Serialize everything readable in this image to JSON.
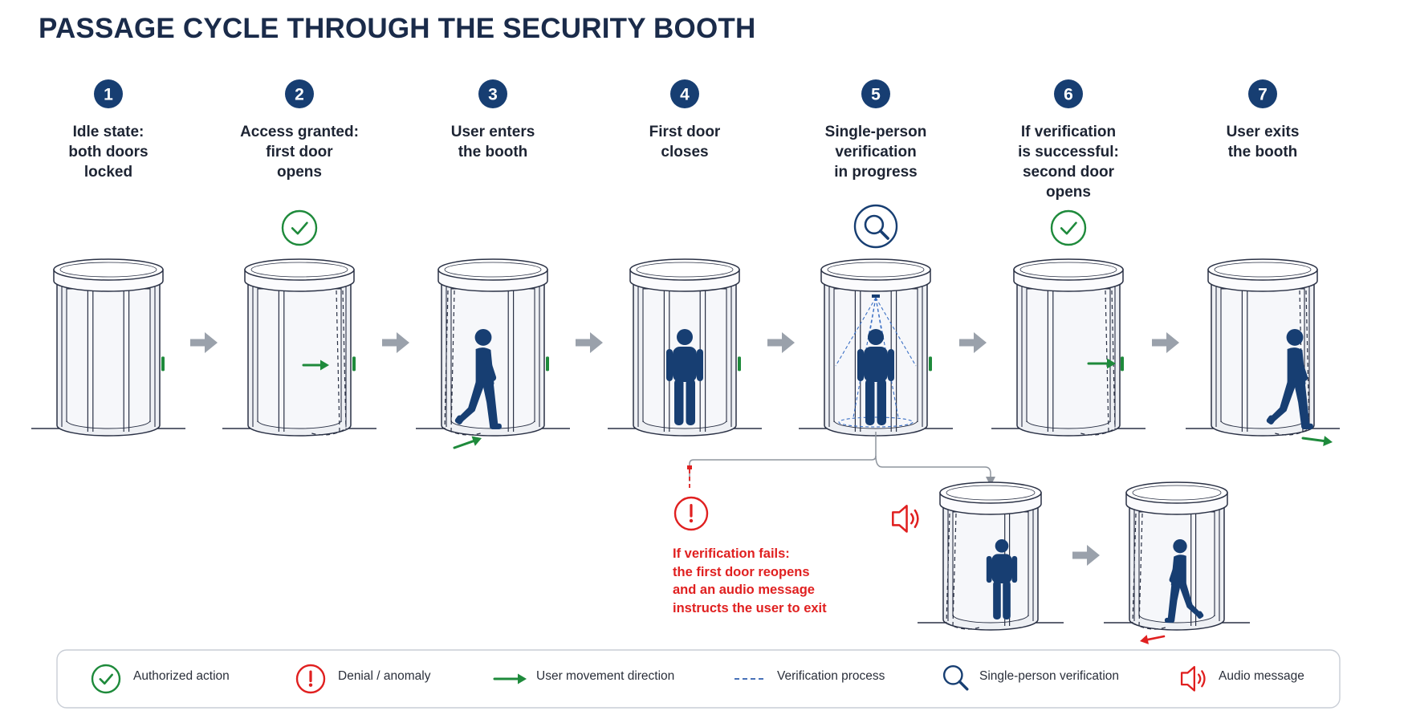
{
  "title": "PASSAGE CYCLE THROUGH THE SECURITY BOOTH",
  "colors": {
    "navy": "#173e72",
    "green": "#1e8a3b",
    "red": "#e02020",
    "arrow_gray": "#9aa1ab",
    "outline": "#2a3145",
    "glass": "#eef0f4"
  },
  "steps": [
    {
      "number": "1",
      "lines": [
        "Idle state:",
        "both doors",
        "locked"
      ],
      "status_icon": "",
      "person": "none",
      "movement": "none"
    },
    {
      "number": "2",
      "lines": [
        "Access granted:",
        "first door",
        "opens"
      ],
      "status_icon": "check-circle-icon",
      "person": "none",
      "movement": "into-booth"
    },
    {
      "number": "3",
      "lines": [
        "User enters",
        "the booth"
      ],
      "status_icon": "",
      "person": "walking",
      "movement": "into-booth"
    },
    {
      "number": "4",
      "lines": [
        "First door",
        "closes"
      ],
      "status_icon": "",
      "person": "standing",
      "movement": "none"
    },
    {
      "number": "5",
      "lines": [
        "Single-person",
        "verification",
        "in progress"
      ],
      "status_icon": "magnifier-icon",
      "person": "standing-scanned",
      "movement": "none"
    },
    {
      "number": "6",
      "lines": [
        "If verification",
        "is successful:",
        "second door",
        "opens"
      ],
      "status_icon": "check-circle-icon",
      "person": "none",
      "movement": "toward-exit"
    },
    {
      "number": "7",
      "lines": [
        "User exits",
        "the booth"
      ],
      "status_icon": "",
      "person": "walking",
      "movement": "out-of-booth"
    }
  ],
  "failure_branch": {
    "status_icon": "exclamation-circle-icon",
    "lines": [
      "If verification fails:",
      "the first door reopens",
      "and an audio message",
      "instructs the user to exit"
    ],
    "audio_icon": "speaker-sound-icon",
    "booths": [
      {
        "person": "standing",
        "door": "first-door-reopened"
      },
      {
        "person": "walking-back",
        "movement": "back-out"
      }
    ]
  },
  "legend": [
    {
      "icon": "check-circle-icon",
      "label": "Authorized action"
    },
    {
      "icon": "exclamation-circle-icon",
      "label": "Denial / anomaly"
    },
    {
      "icon": "green-arrow-icon",
      "label": "User movement direction"
    },
    {
      "icon": "dashed-line-icon",
      "label": "Verification process"
    },
    {
      "icon": "magnifier-icon",
      "label": "Single-person verification"
    },
    {
      "icon": "speaker-sound-icon",
      "label": "Audio message"
    }
  ]
}
